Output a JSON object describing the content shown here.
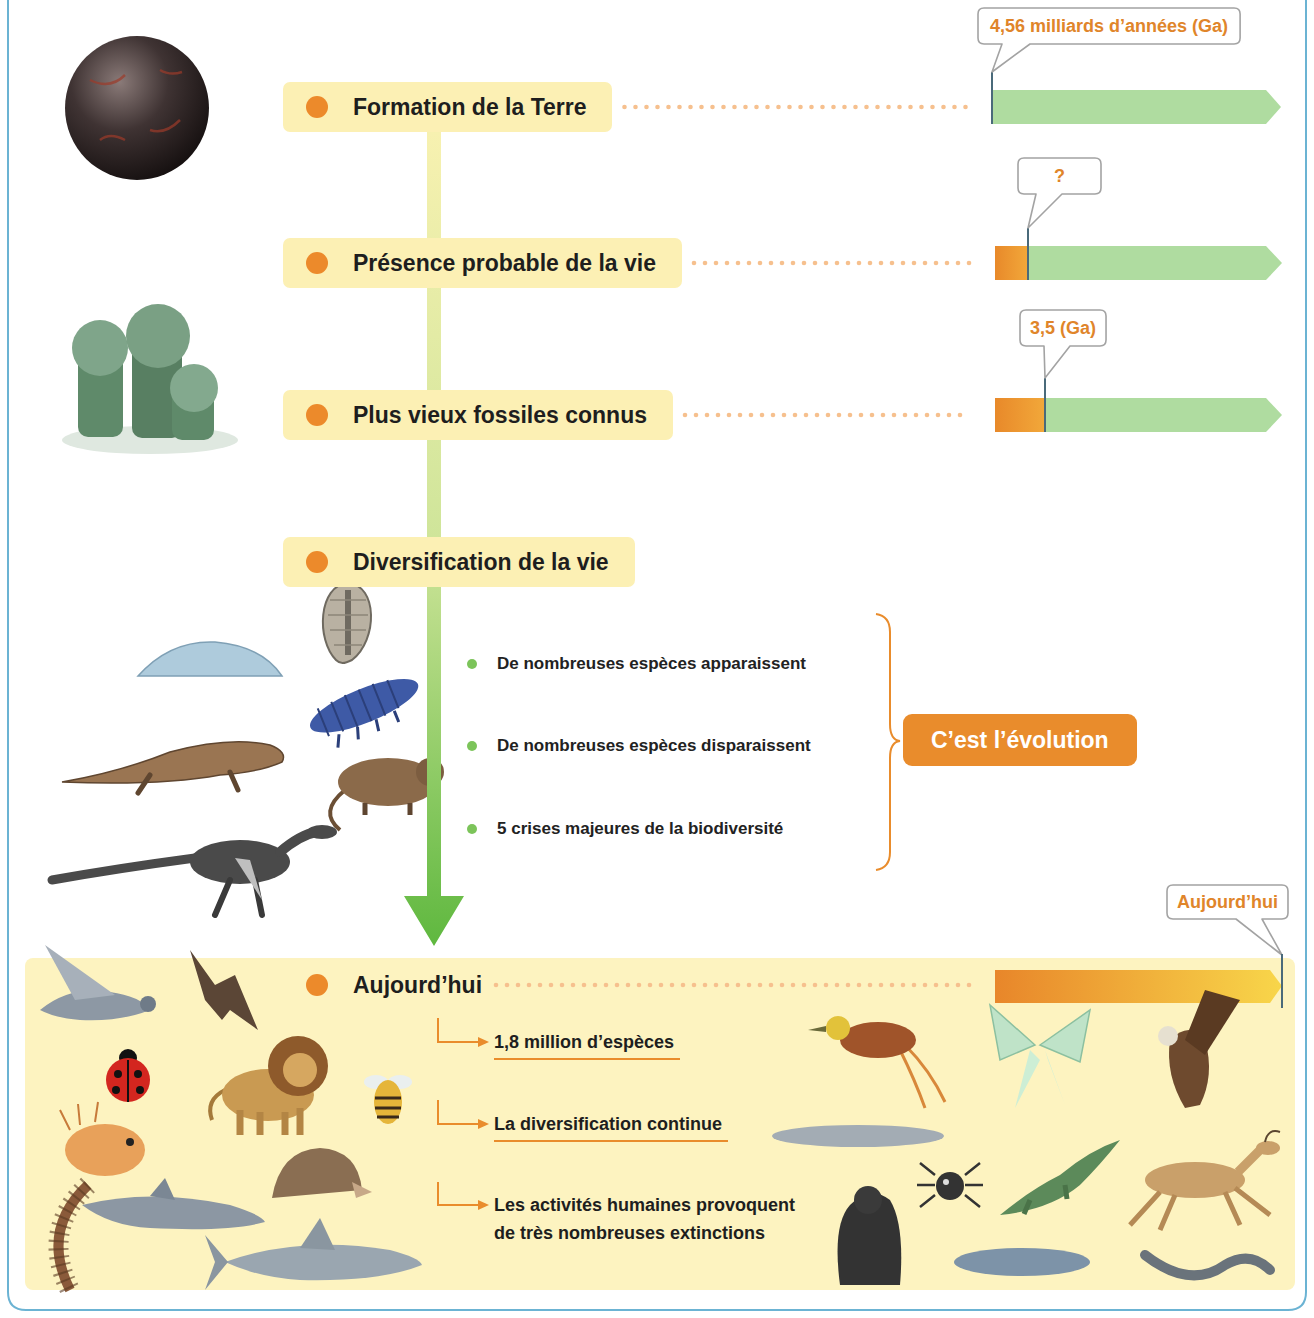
{
  "diagram": {
    "nodes": [
      {
        "text": [
          "4,56 milliards d’années (Ga)"
        ]
      },
      {
        "text": [
          "Formation de la Terre"
        ]
      },
      {
        "text": [
          "?"
        ]
      },
      {
        "text": [
          "Présence probable de la vie"
        ]
      },
      {
        "text": [
          "3,5 (Ga)"
        ]
      },
      {
        "text": [
          "Plus vieux fossiles connus"
        ]
      },
      {
        "text": [
          "Diversification de la vie"
        ]
      },
      {
        "text": [
          "C’est l’évolution"
        ]
      },
      {
        "text": [
          "Aujourd’hui"
        ]
      },
      {
        "text": [
          "Aujourd’hui",
          "1,8 million d’espèces",
          "La diversification continue",
          "Les activités humaines provoquent de très nombreuses extinctions"
        ]
      }
    ],
    "edges": [
      {
        "from": 1,
        "to": 3,
        "arrow": "none"
      },
      {
        "from": 3,
        "to": 5,
        "arrow": "none"
      },
      {
        "from": 5,
        "to": 6,
        "arrow": "none"
      },
      {
        "from": 6,
        "to": 9,
        "arrow": "to"
      }
    ],
    "labels": [
      "De nombreuses espèces apparaissent",
      "De nombreuses espèces disparaissent",
      "5 crises majeures de la biodiversité"
    ]
  }
}
